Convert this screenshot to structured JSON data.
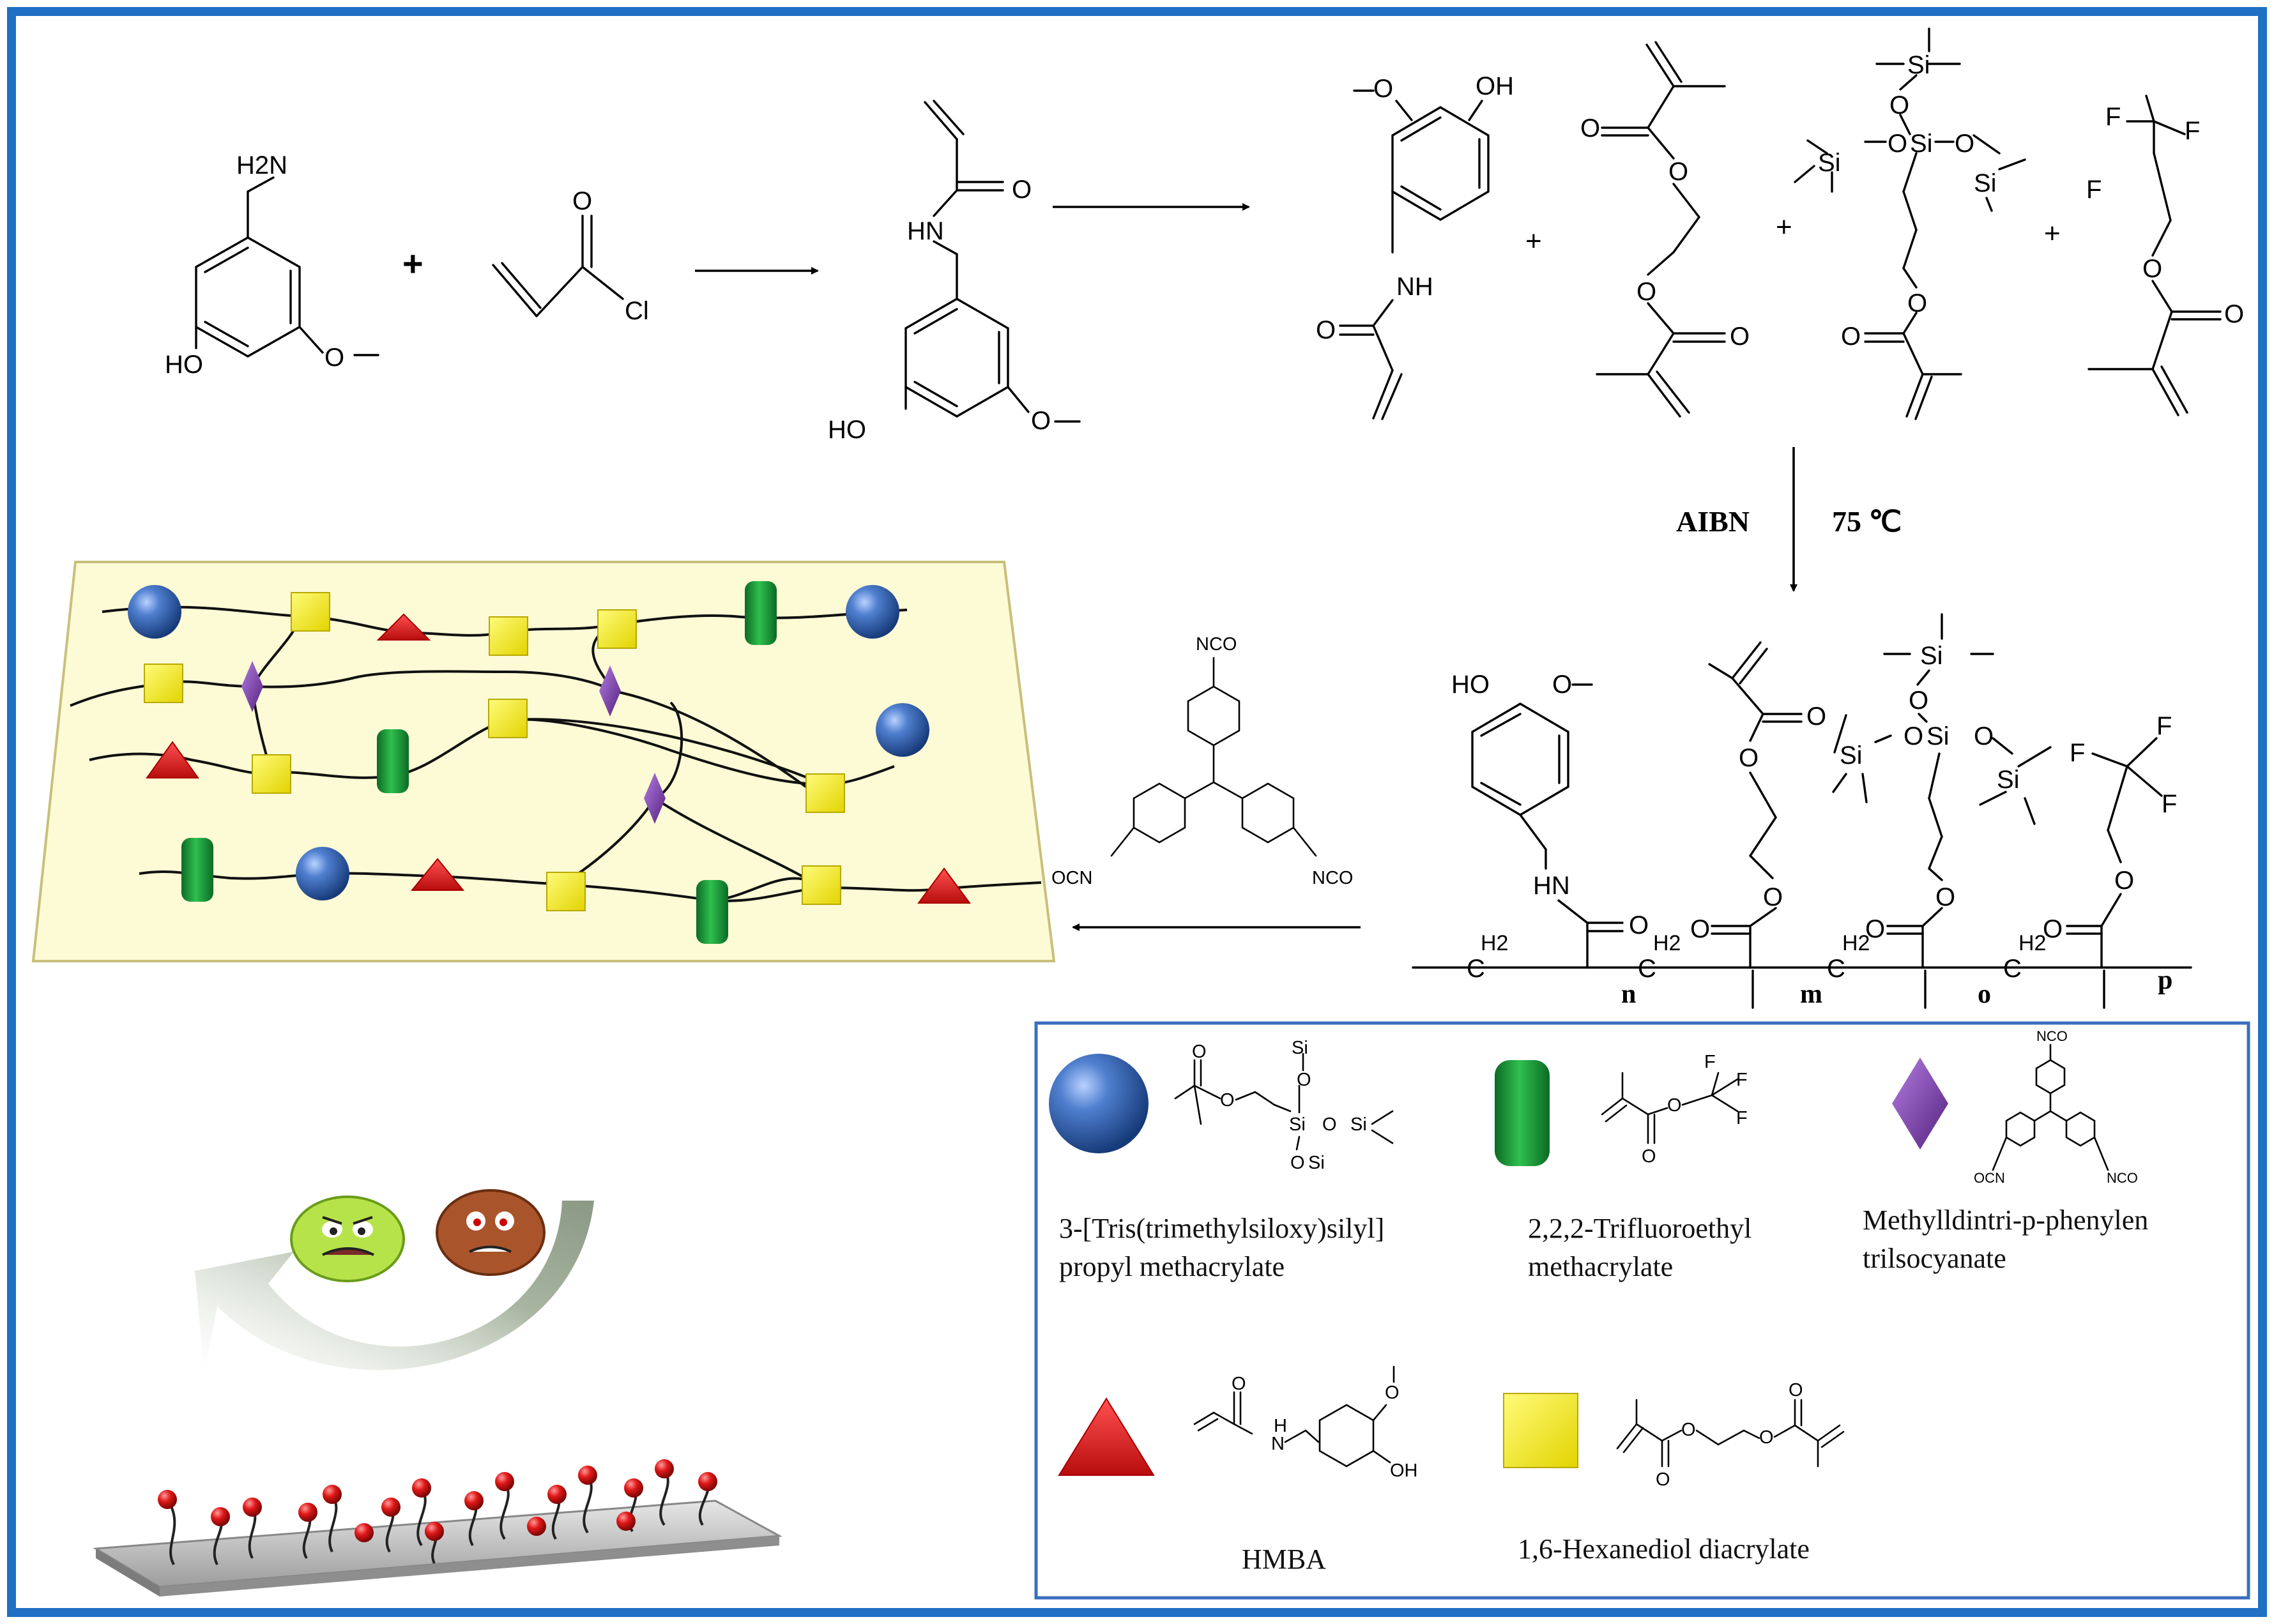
{
  "synthesis": {
    "vanillylamine": {
      "amine": "H2N",
      "hydroxyl": "HO",
      "methoxy": "O"
    },
    "plus": "+",
    "acryloyl_chloride": {
      "carbonyl_o": "O",
      "chloride": "Cl"
    },
    "hmba_product": {
      "amide_nh": "HN",
      "carbonyl_o": "O",
      "hydroxyl": "HO",
      "methoxy": "O"
    }
  },
  "monomers": {
    "hmba": {
      "methoxy": "O",
      "hydroxyl": "OH",
      "amide_nh": "NH",
      "carbonyl_o": "O"
    },
    "diacrylate": {
      "o1": "O",
      "o2": "O",
      "o3": "O",
      "o4": "O"
    },
    "tris_silyl": {
      "si": "Si",
      "o": "O"
    },
    "trifluoroethyl": {
      "f": "F",
      "o": "O"
    },
    "plus": "+"
  },
  "conditions": {
    "initiator": "AIBN",
    "temperature": "75 ℃"
  },
  "crosslinker": {
    "nco": "NCO",
    "ocn": "OCN"
  },
  "polymer": {
    "hydroxyl": "HO",
    "methoxy": "O",
    "amide_nh": "HN",
    "ch2": "H2",
    "carbon": "C",
    "o": "O",
    "si": "Si",
    "f": "F",
    "subscripts": [
      "n",
      "m",
      "o",
      "p"
    ]
  },
  "legend": {
    "items": [
      {
        "label_line1": "3-[Tris(trimethylsiloxy)silyl]",
        "label_line2": "propyl methacrylate",
        "shape": "blue-sphere"
      },
      {
        "label_line1": "2,2,2-Trifluoroethyl",
        "label_line2": "methacrylate",
        "shape": "green-cylinder"
      },
      {
        "label_line1": "Methylldintri-p-phenylen",
        "label_line2": "trilsocyanate",
        "shape": "purple-diamond"
      },
      {
        "label_line1": "HMBA",
        "label_line2": "",
        "shape": "red-triangle"
      },
      {
        "label_line1": "1,6-Hexanediol diacrylate",
        "label_line2": "",
        "shape": "yellow-square"
      }
    ],
    "small_labels": {
      "si": "Si",
      "o": "O",
      "f": "F",
      "nco": "NCO",
      "ocn": "OCN",
      "oh": "OH",
      "h": "H",
      "n": "N"
    }
  },
  "colors": {
    "frame": "#1f6fc4",
    "legend_border": "#3a6ebf",
    "panel_fill": "#fdfbd6",
    "sphere": "#2d5fae",
    "cylinder": "#1f9a3c",
    "triangle": "#e41d1d",
    "square": "#f5ee10",
    "diamond": "#7a3aa8",
    "arrow_fill": "#9aa894",
    "surface_bead": "#d41a1a"
  }
}
